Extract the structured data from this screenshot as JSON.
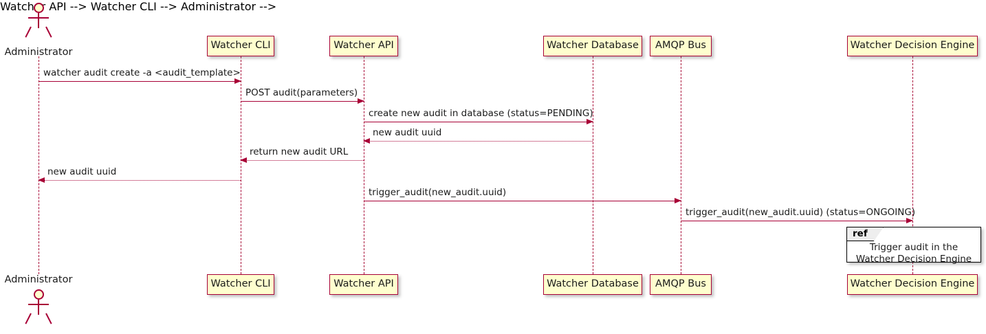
{
  "diagram": {
    "kind": "sequence-diagram",
    "colors": {
      "participant_fill": "#FEFECE",
      "participant_border": "#A80036",
      "line": "#A80036",
      "text": "#1B1B1B",
      "ref_tab_fill": "#EEEEEE",
      "ref_border": "#000000",
      "background": "#FFFFFF"
    },
    "participants": [
      {
        "id": "admin",
        "label": "Administrator",
        "type": "actor"
      },
      {
        "id": "cli",
        "label": "Watcher CLI",
        "type": "participant"
      },
      {
        "id": "api",
        "label": "Watcher API",
        "type": "participant"
      },
      {
        "id": "db",
        "label": "Watcher Database",
        "type": "participant"
      },
      {
        "id": "amqp",
        "label": "AMQP Bus",
        "type": "participant"
      },
      {
        "id": "de",
        "label": "Watcher Decision Engine",
        "type": "participant"
      }
    ],
    "messages": [
      {
        "id": "m1",
        "from": "admin",
        "to": "cli",
        "label": "watcher audit create -a <audit_template>",
        "style": "solid",
        "direction": "right"
      },
      {
        "id": "m2",
        "from": "cli",
        "to": "api",
        "label": "POST audit(parameters)",
        "style": "solid",
        "direction": "right"
      },
      {
        "id": "m3",
        "from": "api",
        "to": "db",
        "label": "create new audit in database (status=PENDING)",
        "style": "solid",
        "direction": "right"
      },
      {
        "id": "m4",
        "from": "db",
        "to": "api",
        "label": "new audit uuid",
        "style": "dotted",
        "direction": "left"
      },
      {
        "id": "m5",
        "from": "api",
        "to": "cli",
        "label": "return new audit URL",
        "style": "dotted",
        "direction": "left"
      },
      {
        "id": "m6",
        "from": "cli",
        "to": "admin",
        "label": "new audit uuid",
        "style": "dotted",
        "direction": "left"
      },
      {
        "id": "m7",
        "from": "api",
        "to": "amqp",
        "label": "trigger_audit(new_audit.uuid)",
        "style": "solid",
        "direction": "right"
      },
      {
        "id": "m8",
        "from": "amqp",
        "to": "de",
        "label": "trigger_audit(new_audit.uuid) (status=ONGOING)",
        "style": "solid",
        "direction": "right"
      }
    ],
    "ref_fragment": {
      "tag": "ref",
      "lines": [
        "Trigger audit in the",
        "Watcher Decision Engine"
      ]
    }
  }
}
